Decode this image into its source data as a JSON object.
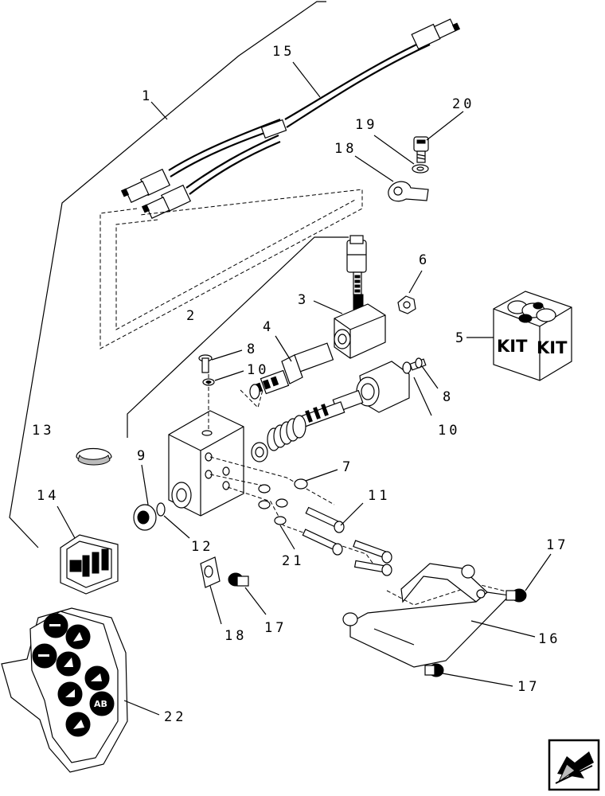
{
  "callouts": {
    "c1": "1",
    "c15": "15",
    "c20": "20",
    "c19": "19",
    "c18a": "18",
    "c6": "6",
    "c3": "3",
    "c2": "2",
    "c4": "4",
    "c8a": "8",
    "c10a": "10",
    "c5": "5",
    "c8b": "8",
    "c10b": "10",
    "c13": "13",
    "c9": "9",
    "c7": "7",
    "c11": "11",
    "c14": "14",
    "c12": "12",
    "c21": "21",
    "c17a": "17",
    "c18b": "18",
    "c17b": "17",
    "c16": "16",
    "c17c": "17",
    "c22": "22"
  },
  "kit_box": {
    "label_left": "KIT",
    "label_right": "KIT"
  },
  "icons": {
    "nav_arrow": "next-page-arrow-icon",
    "kit": "kit-box-icon"
  }
}
